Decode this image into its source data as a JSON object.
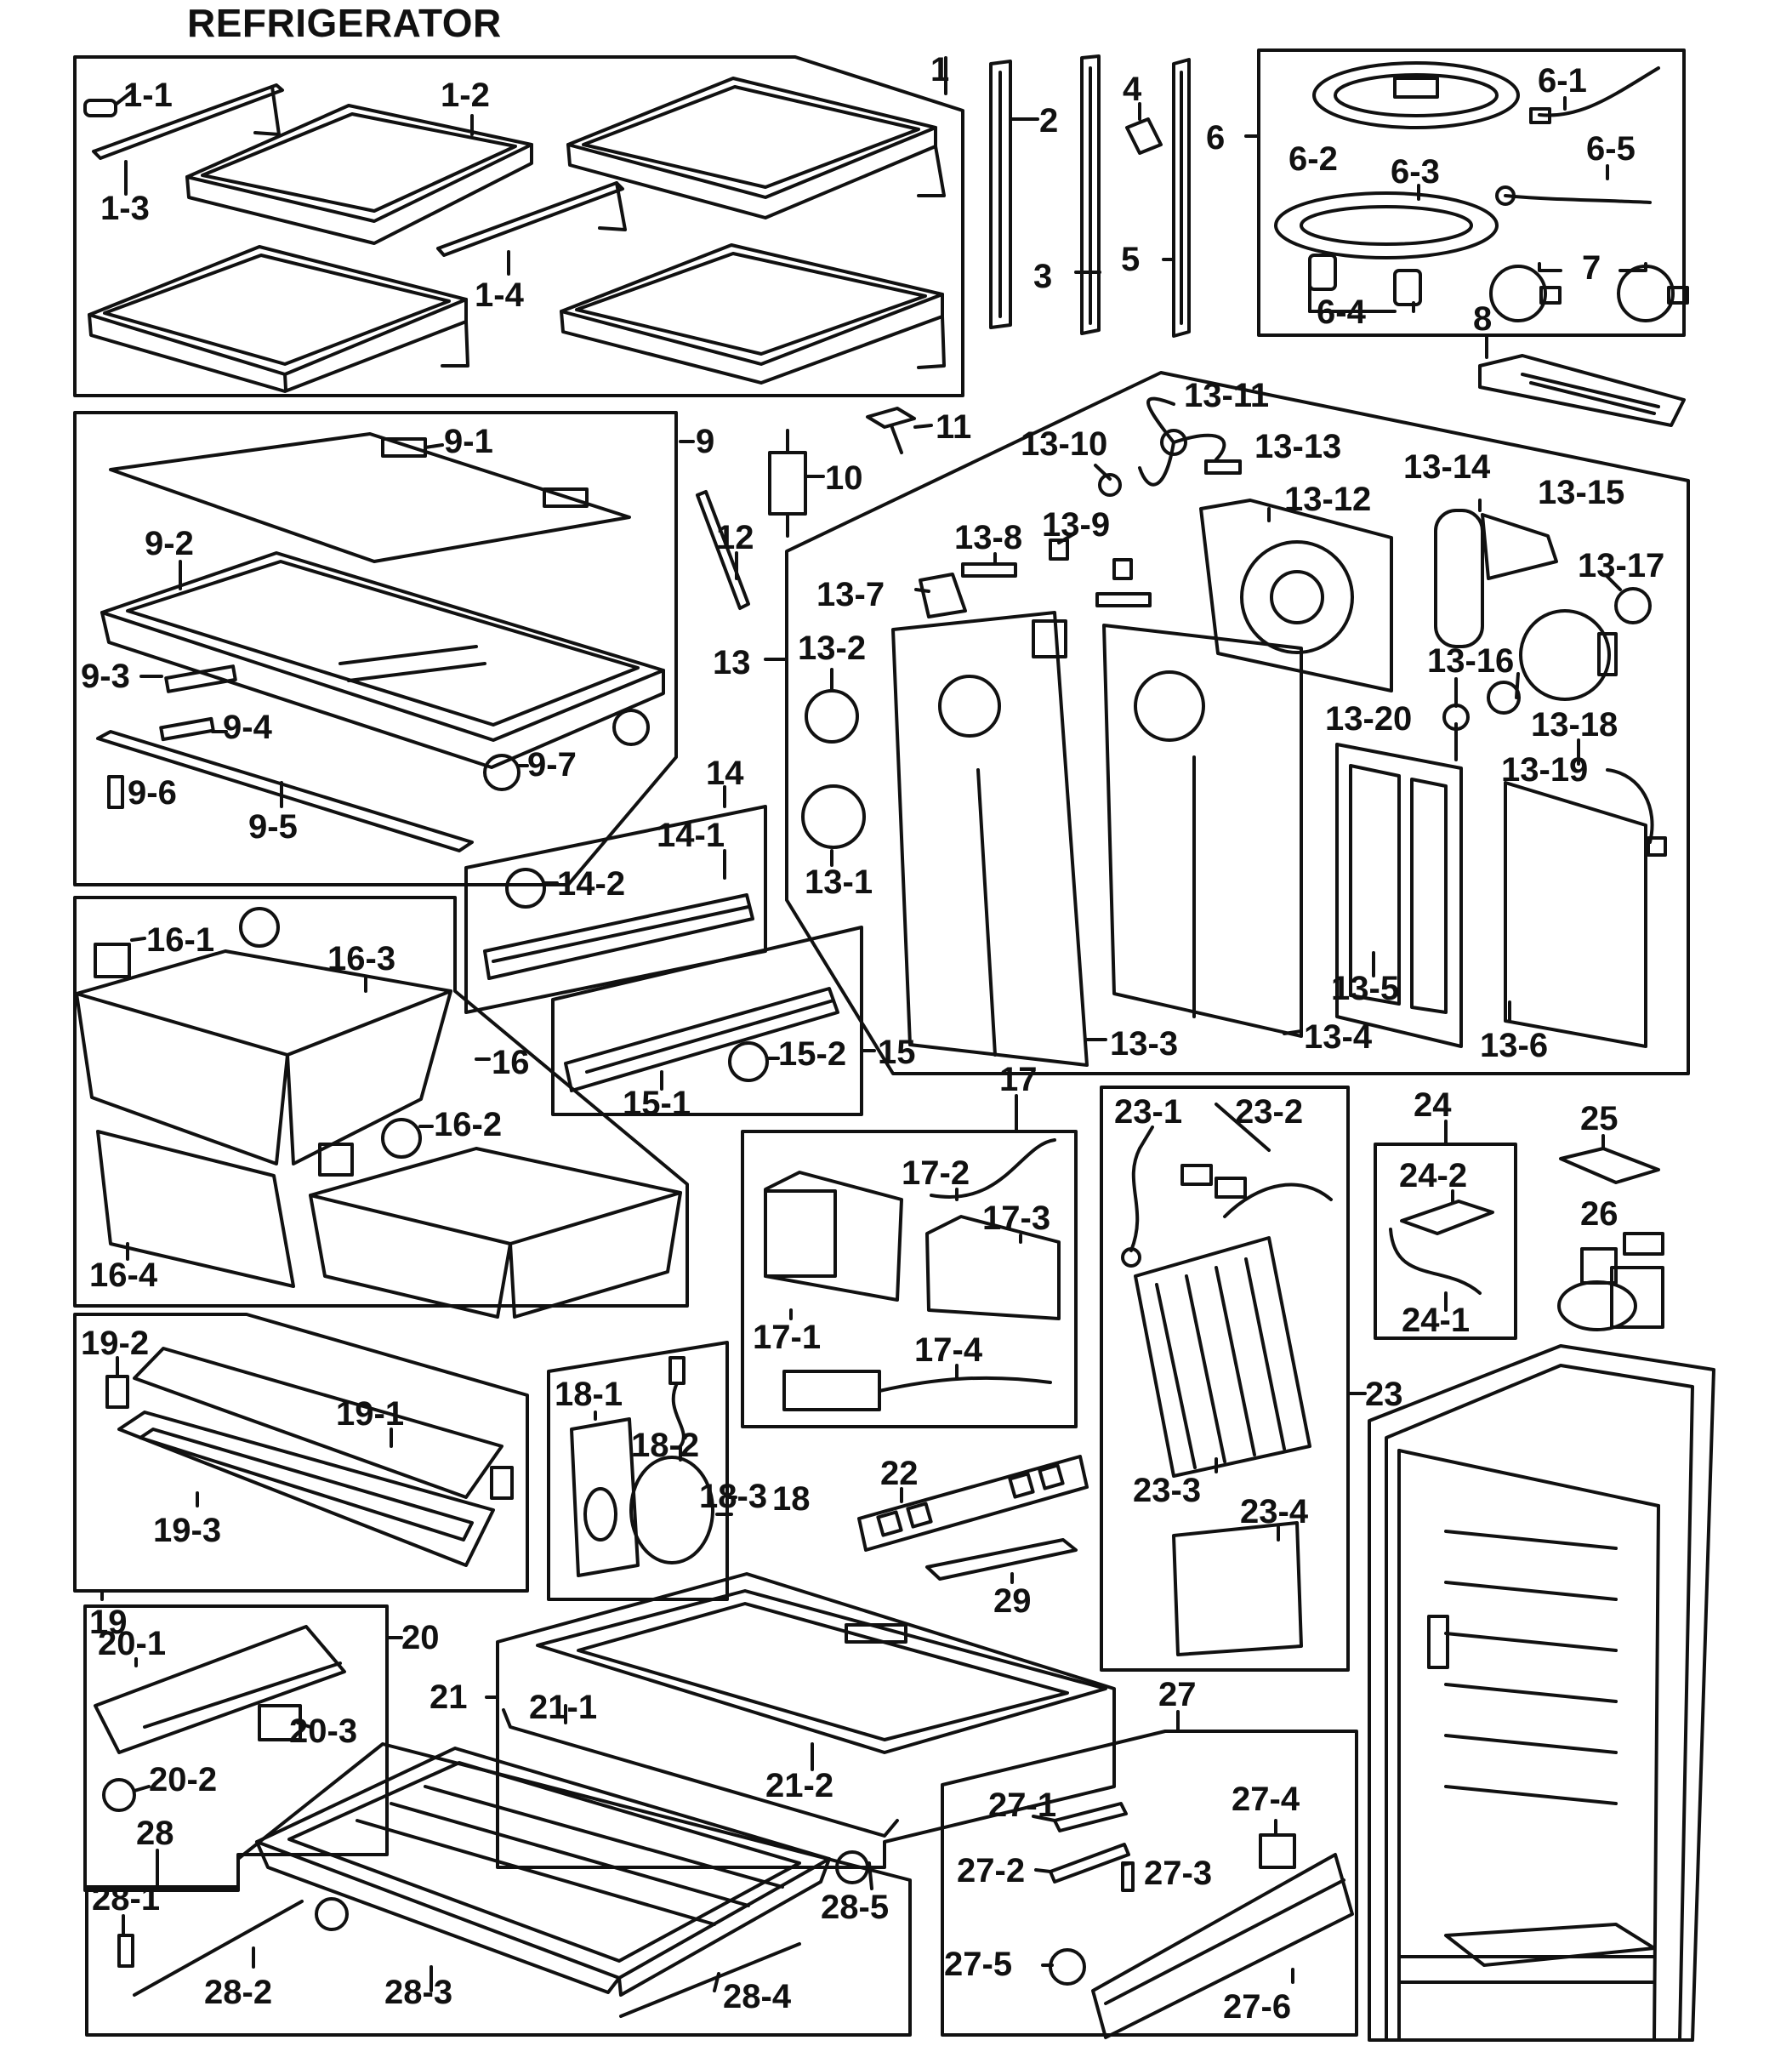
{
  "title": "REFRIGERATOR",
  "labels": {
    "p1": "1",
    "p1_1": "1-1",
    "p1_2": "1-2",
    "p1_3": "1-3",
    "p1_4": "1-4",
    "p2": "2",
    "p3": "3",
    "p4": "4",
    "p5": "5",
    "p6": "6",
    "p6_1": "6-1",
    "p6_2": "6-2",
    "p6_3": "6-3",
    "p6_4": "6-4",
    "p6_5": "6-5",
    "p7": "7",
    "p8": "8",
    "p9": "9",
    "p9_1": "9-1",
    "p9_2": "9-2",
    "p9_3": "9-3",
    "p9_4": "9-4",
    "p9_5": "9-5",
    "p9_6": "9-6",
    "p9_7": "9-7",
    "p10": "10",
    "p11": "11",
    "p12": "12",
    "p13": "13",
    "p13_1": "13-1",
    "p13_2": "13-2",
    "p13_3": "13-3",
    "p13_4": "13-4",
    "p13_5": "13-5",
    "p13_6": "13-6",
    "p13_7": "13-7",
    "p13_8": "13-8",
    "p13_9": "13-9",
    "p13_10": "13-10",
    "p13_11": "13-11",
    "p13_12": "13-12",
    "p13_13": "13-13",
    "p13_14": "13-14",
    "p13_15": "13-15",
    "p13_16": "13-16",
    "p13_17": "13-17",
    "p13_18": "13-18",
    "p13_19": "13-19",
    "p13_20": "13-20",
    "p14": "14",
    "p14_1": "14-1",
    "p14_2": "14-2",
    "p15": "15",
    "p15_1": "15-1",
    "p15_2": "15-2",
    "p16": "16",
    "p16_1": "16-1",
    "p16_2": "16-2",
    "p16_3": "16-3",
    "p16_4": "16-4",
    "p17": "17",
    "p17_1": "17-1",
    "p17_2": "17-2",
    "p17_3": "17-3",
    "p17_4": "17-4",
    "p18": "18",
    "p18_1": "18-1",
    "p18_2": "18-2",
    "p18_3": "18-3",
    "p19": "19",
    "p19_1": "19-1",
    "p19_2": "19-2",
    "p19_3": "19-3",
    "p20": "20",
    "p20_1": "20-1",
    "p20_2": "20-2",
    "p20_3": "20-3",
    "p21": "21",
    "p21_1": "21-1",
    "p21_2": "21-2",
    "p22": "22",
    "p23": "23",
    "p23_1": "23-1",
    "p23_2": "23-2",
    "p23_3": "23-3",
    "p23_4": "23-4",
    "p24": "24",
    "p24_1": "24-1",
    "p24_2": "24-2",
    "p25": "25",
    "p26": "26",
    "p27": "27",
    "p27_1": "27-1",
    "p27_2": "27-2",
    "p27_3": "27-3",
    "p27_4": "27-4",
    "p27_5": "27-5",
    "p27_6": "27-6",
    "p28": "28",
    "p28_1": "28-1",
    "p28_2": "28-2",
    "p28_3": "28-3",
    "p28_4": "28-4",
    "p28_5": "28-5",
    "p29": "29"
  }
}
